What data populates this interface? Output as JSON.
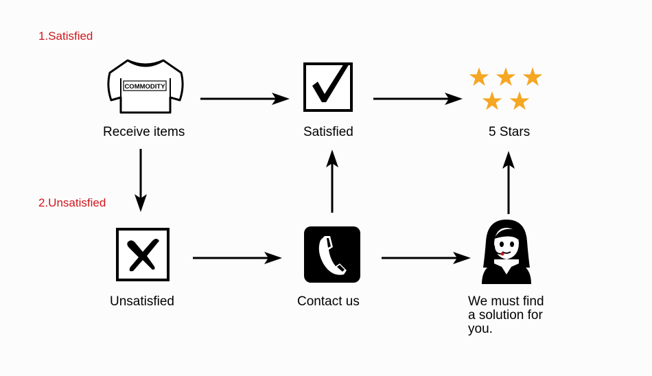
{
  "sections": {
    "satisfied_label": "1.Satisfied",
    "unsatisfied_label": "2.Unsatisfied"
  },
  "nodes": {
    "receive_items": {
      "label": "Receive items",
      "shirt_text": "COMMODITY",
      "icon": "shirt-icon"
    },
    "satisfied": {
      "label": "Satisfied",
      "icon": "checkbox-check-icon"
    },
    "five_stars": {
      "label": "5 Stars",
      "icon": "stars-icon",
      "star_count": 5
    },
    "unsatisfied": {
      "label": "Unsatisfied",
      "icon": "checkbox-x-icon"
    },
    "contact_us": {
      "label": "Contact us",
      "icon": "phone-icon"
    },
    "solution": {
      "label_lines": [
        "We must find",
        "a solution for",
        "you."
      ],
      "icon": "support-agent-icon"
    }
  },
  "colors": {
    "accent_red": "#d0161c",
    "star_orange": "#f5a623",
    "ink": "#000000",
    "background": "#fcfcfc"
  }
}
